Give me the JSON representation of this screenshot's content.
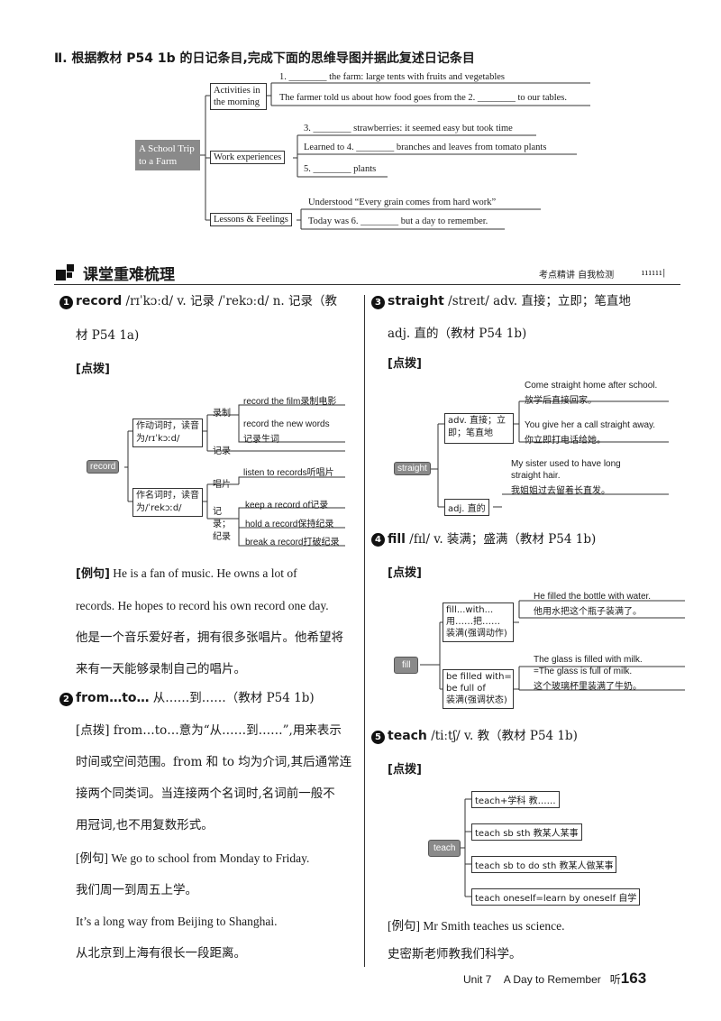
{
  "section2": {
    "title": "Ⅱ. 根据教材 P54 1b 的日记条目,完成下面的思维导图并据此复述日记条目",
    "root": "A School Trip to a Farm",
    "branches": {
      "activities": "Activities in the morning",
      "work": "Work experiences",
      "lessons": "Lessons & Feelings"
    },
    "lines": {
      "a1": "1. ________ the farm: large tents with fruits and vegetables",
      "a2": "The farmer told us about how food goes from the 2. ________ to our tables.",
      "w3": "3. ________ strawberries: it seemed easy but took time",
      "w4": "Learned to 4. ________ branches and leaves from tomato plants",
      "w5": "5. ________ plants",
      "l1": "Understood “Every grain comes from hard work”",
      "l6": "Today was 6. ________ but a day to remember."
    }
  },
  "header": {
    "title": "课堂重难梳理",
    "right": "考点精讲  自我检测"
  },
  "entry1": {
    "num": "1",
    "word": "record",
    "def": " /rɪˈkɔːd/ v. 记录 /ˈrekɔːd/ n. 记录（教",
    "def2": "材 P54 1a)",
    "dianbo": "[点拨]",
    "mm": {
      "root": "record",
      "verb_box": "作动词时，读音为/rɪˈkɔːd/",
      "noun_box": "作名词时，读音为/ˈrekɔːd/",
      "luzhi": "录制",
      "jilu": "记录",
      "changpian": "唱片",
      "jilu2": "记录；纪录",
      "v1": "record the film录制电影",
      "v2a": "record the new words",
      "v2b": "记录生词",
      "n1": "listen to records听唱片",
      "n2": "keep a record of记录",
      "n3": "hold a record保持纪录",
      "n4": "break a record打破纪录"
    },
    "ex_label": "[例句]",
    "ex1": " He is a fan of music. He owns a lot of",
    "ex2": "records. He hopes to record his own record one day.",
    "ex3": "他是一个音乐爱好者，拥有很多张唱片。他希望将",
    "ex4": "来有一天能够录制自己的唱片。"
  },
  "entry2": {
    "num": "2",
    "word": "from…to…",
    "def": " 从……到……（教材 P54 1b)",
    "p1": "[点拨] from…to…意为“从……到……”,用来表示",
    "p2": "时间或空间范围。from 和 to 均为介词,其后通常连",
    "p3": "接两个同类词。当连接两个名词时,名词前一般不",
    "p4": "用冠词,也不用复数形式。",
    "ex1": "[例句] We go to school from Monday to Friday.",
    "ex2": "我们周一到周五上学。",
    "ex3": "It’s a long way from Beijing to Shanghai.",
    "ex4": "从北京到上海有很长一段距离。"
  },
  "entry3": {
    "num": "3",
    "word": "straight",
    "def": " /streɪt/ adv. 直接；立即；笔直地",
    "def2": "adj. 直的（教材 P54 1b)",
    "dianbo": "[点拨]",
    "mm": {
      "root": "straight",
      "adv_box": "adv. 直接；立即；笔直地",
      "adj_box": "adj. 直的",
      "e1a": "Come straight home after school.",
      "e1b": "放学后直接回家。",
      "e2a": "You give her a call straight away.",
      "e2b": "你立即打电话给她。",
      "e3a": "My sister used to have long",
      "e3b": "straight hair.",
      "e3c": "我姐姐过去留着长直发。"
    }
  },
  "entry4": {
    "num": "4",
    "word": "fill",
    "def": " /fɪl/ v. 装满；盛满（教材 P54 1b)",
    "dianbo": "[点拨]",
    "mm": {
      "root": "fill",
      "box1a": "fill...with...",
      "box1b": "用……把……",
      "box1c": "装满(强调动作)",
      "box2a": "be filled with=",
      "box2b": "be full of",
      "box2c": "装满(强调状态)",
      "e1a": "He filled the bottle with water.",
      "e1b": "他用水把这个瓶子装满了。",
      "e2a": "The glass is filled with milk.",
      "e2b": "=The glass is full of milk.",
      "e2c": "这个玻璃杯里装满了牛奶。"
    }
  },
  "entry5": {
    "num": "5",
    "word": "teach",
    "def": " /tiːtʃ/ v. 教（教材 P54 1b)",
    "dianbo": "[点拨]",
    "mm": {
      "root": "teach",
      "b1": "teach+学科 教……",
      "b2": "teach sb sth 教某人某事",
      "b3": "teach sb to do sth 教某人做某事",
      "b4": "teach oneself=learn by oneself 自学"
    },
    "ex1": "[例句] Mr Smith teaches us science.",
    "ex2": "史密斯老师教我们科学。"
  },
  "footer": {
    "unit": "Unit 7",
    "title": "A Day to Remember",
    "ting": "听",
    "page": "163"
  }
}
